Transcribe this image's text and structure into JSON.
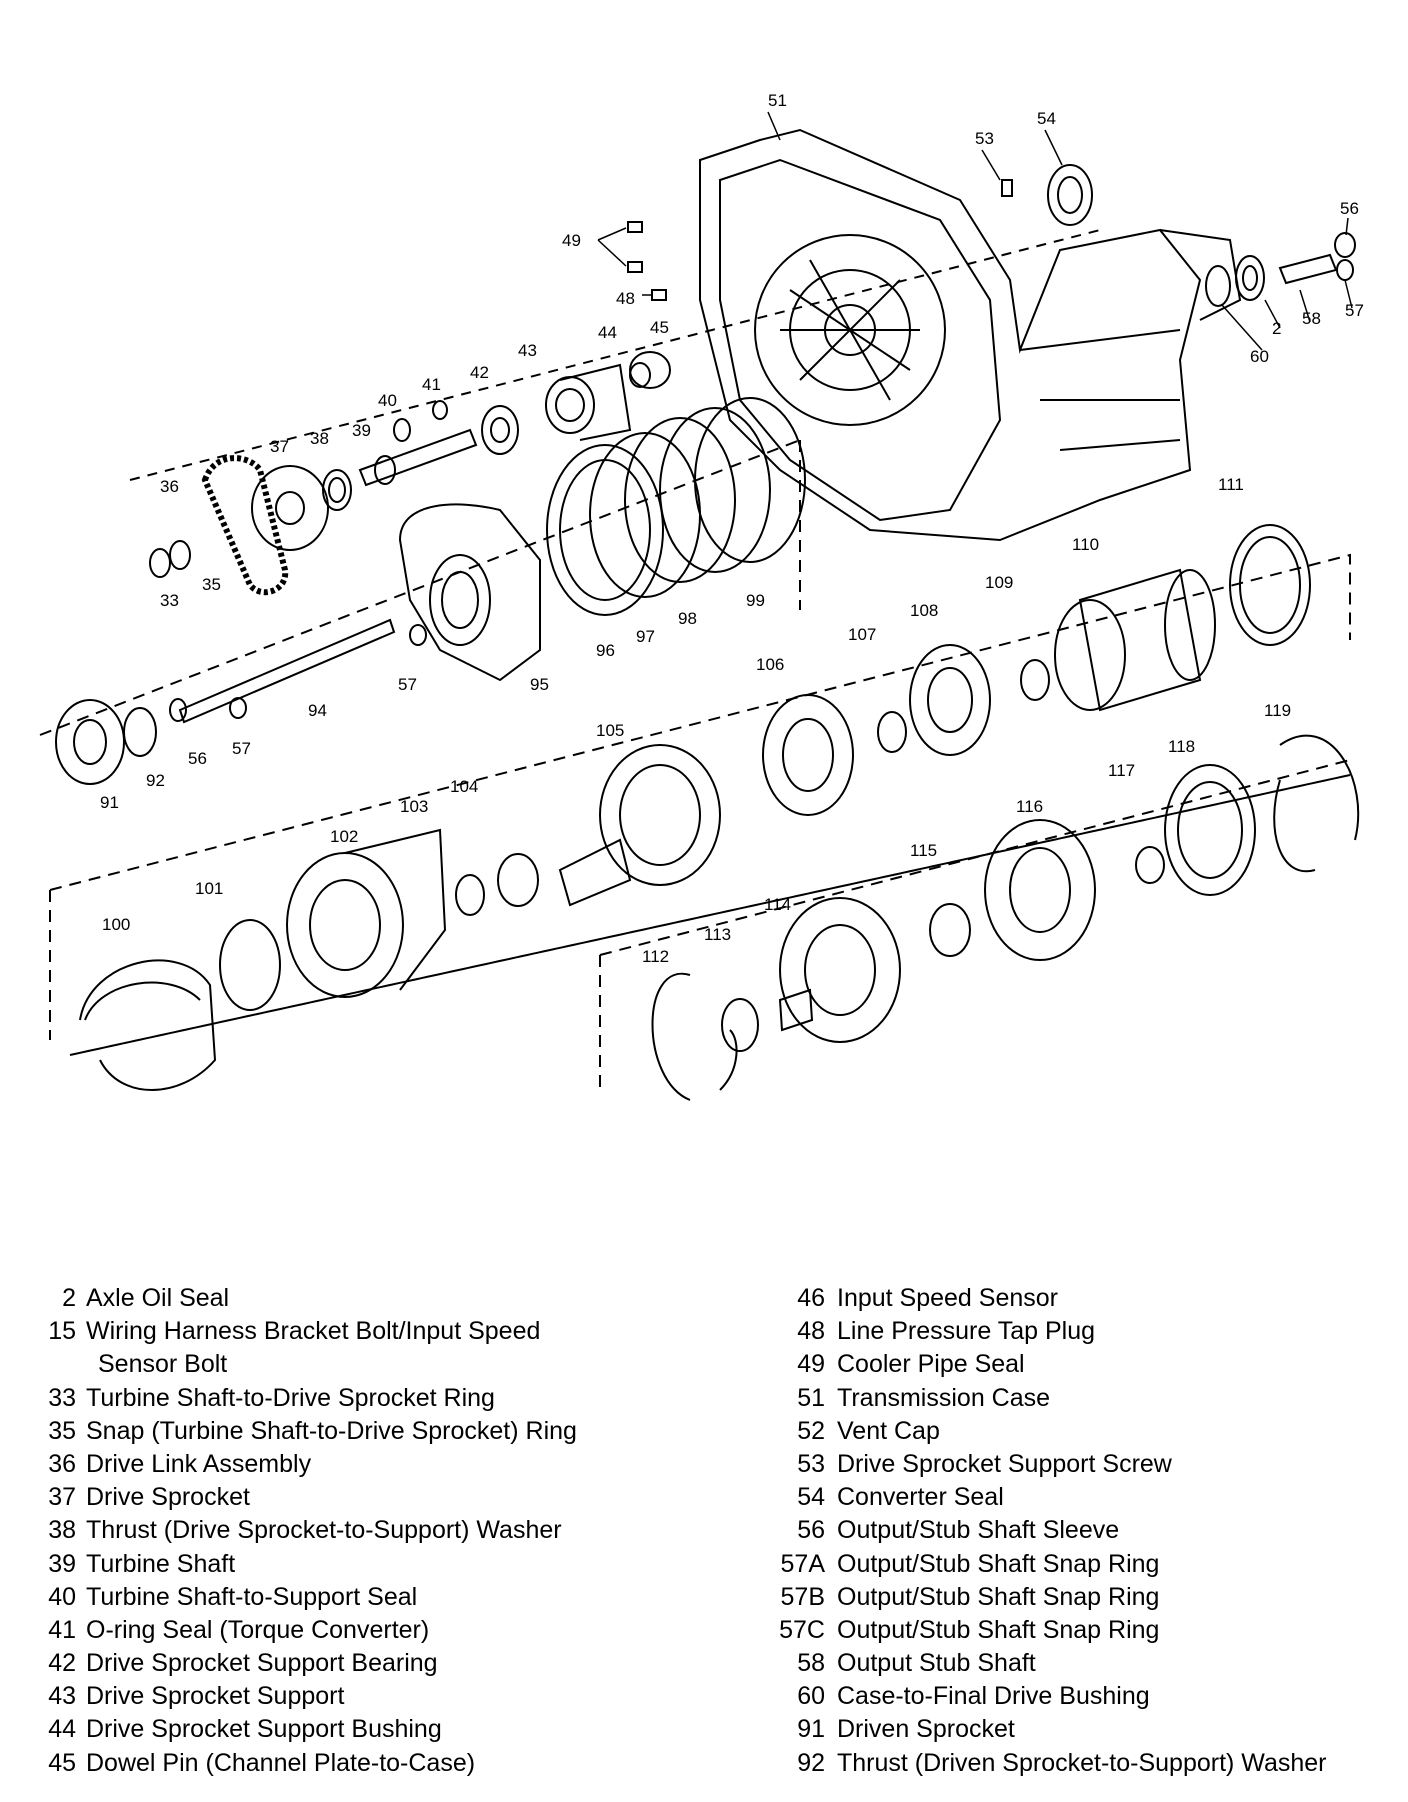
{
  "callouts": [
    {
      "n": "51"
    },
    {
      "n": "53"
    },
    {
      "n": "54"
    },
    {
      "n": "56"
    },
    {
      "n": "49"
    },
    {
      "n": "48"
    },
    {
      "n": "57"
    },
    {
      "n": "2"
    },
    {
      "n": "58"
    },
    {
      "n": "60"
    },
    {
      "n": "45"
    },
    {
      "n": "44"
    },
    {
      "n": "43"
    },
    {
      "n": "42"
    },
    {
      "n": "41"
    },
    {
      "n": "40"
    },
    {
      "n": "39"
    },
    {
      "n": "38"
    },
    {
      "n": "37"
    },
    {
      "n": "36"
    },
    {
      "n": "33"
    },
    {
      "n": "35"
    },
    {
      "n": "96"
    },
    {
      "n": "97"
    },
    {
      "n": "98"
    },
    {
      "n": "99"
    },
    {
      "n": "111"
    },
    {
      "n": "110"
    },
    {
      "n": "109"
    },
    {
      "n": "108"
    },
    {
      "n": "107"
    },
    {
      "n": "106"
    },
    {
      "n": "105"
    },
    {
      "n": "95"
    },
    {
      "n": "57"
    },
    {
      "n": "94"
    },
    {
      "n": "56"
    },
    {
      "n": "57"
    },
    {
      "n": "92"
    },
    {
      "n": "91"
    },
    {
      "n": "104"
    },
    {
      "n": "103"
    },
    {
      "n": "102"
    },
    {
      "n": "101"
    },
    {
      "n": "100"
    },
    {
      "n": "119"
    },
    {
      "n": "118"
    },
    {
      "n": "117"
    },
    {
      "n": "116"
    },
    {
      "n": "115"
    },
    {
      "n": "114"
    },
    {
      "n": "113"
    },
    {
      "n": "112"
    }
  ],
  "legend": {
    "left": [
      {
        "num": "2",
        "text": "Axle Oil Seal"
      },
      {
        "num": "15",
        "text": "Wiring Harness Bracket Bolt/Input Speed",
        "cont": "Sensor Bolt"
      },
      {
        "num": "33",
        "text": "Turbine Shaft-to-Drive Sprocket Ring"
      },
      {
        "num": "35",
        "text": "Snap (Turbine Shaft-to-Drive Sprocket) Ring"
      },
      {
        "num": "36",
        "text": "Drive Link Assembly"
      },
      {
        "num": "37",
        "text": "Drive Sprocket"
      },
      {
        "num": "38",
        "text": "Thrust (Drive Sprocket-to-Support) Washer"
      },
      {
        "num": "39",
        "text": "Turbine Shaft"
      },
      {
        "num": "40",
        "text": "Turbine Shaft-to-Support Seal"
      },
      {
        "num": "41",
        "text": "O-ring Seal (Torque Converter)"
      },
      {
        "num": "42",
        "text": "Drive Sprocket Support Bearing"
      },
      {
        "num": "43",
        "text": "Drive Sprocket Support"
      },
      {
        "num": "44",
        "text": "Drive Sprocket Support Bushing"
      },
      {
        "num": "45",
        "text": "Dowel Pin (Channel Plate-to-Case)"
      }
    ],
    "right": [
      {
        "num": "46",
        "text": "Input Speed Sensor"
      },
      {
        "num": "48",
        "text": "Line Pressure Tap Plug"
      },
      {
        "num": "49",
        "text": "Cooler Pipe Seal"
      },
      {
        "num": "51",
        "text": "Transmission Case"
      },
      {
        "num": "52",
        "text": "Vent Cap"
      },
      {
        "num": "53",
        "text": "Drive Sprocket Support Screw"
      },
      {
        "num": "54",
        "text": "Converter Seal"
      },
      {
        "num": "56",
        "text": "Output/Stub Shaft Sleeve"
      },
      {
        "num": "57A",
        "text": "Output/Stub Shaft Snap Ring"
      },
      {
        "num": "57B",
        "text": "Output/Stub Shaft Snap Ring"
      },
      {
        "num": "57C",
        "text": "Output/Stub Shaft Snap Ring"
      },
      {
        "num": "58",
        "text": "Output Stub Shaft"
      },
      {
        "num": "60",
        "text": "Case-to-Final Drive Bushing"
      },
      {
        "num": "91",
        "text": "Driven Sprocket"
      },
      {
        "num": "92",
        "text": "Thrust (Driven Sprocket-to-Support) Washer"
      }
    ]
  }
}
